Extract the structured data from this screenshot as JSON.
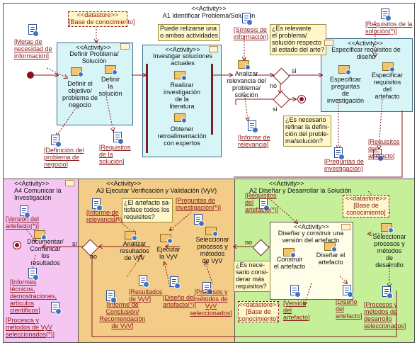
{
  "colors": {
    "panel_a1": "#ffffff",
    "activity_blue": "#d7f4f7",
    "a4_pink": "#f5c6f2",
    "a3_orange": "#f3cc88",
    "a2_green": "#c6ef9a",
    "note_yellow": "#fff7c9",
    "flow_red": "#8b1a1a"
  },
  "a1": {
    "stereotype": "<<Activity>>",
    "title": "A1 Identificar Problema/Solución",
    "datastore_stereo": "<<datastore>>",
    "datastore_name": "[Base de conocimiento]",
    "note_either": [
      "Puede relizarse una",
      "o ambas actividades"
    ],
    "doc_metas": [
      "[Metas de",
      "necesidad de",
      "información]"
    ],
    "sub_define": {
      "stereotype": "<<Activity>>",
      "title": [
        "Definir Problema/",
        "Solución"
      ],
      "task_obj": [
        "Definir el",
        "objetivo/",
        "problema de",
        "negocio"
      ],
      "task_sol": [
        "Definir",
        "la",
        "solución"
      ]
    },
    "sub_investigate": {
      "stereotype": "<<Activity>>",
      "title": [
        "Investigar soluciones",
        "actuales"
      ],
      "task_lit": [
        "Realizar",
        "investigación",
        "de la",
        "literatura"
      ],
      "task_exp": [
        "Obtener",
        "retroalimentación",
        "con expertos"
      ]
    },
    "doc_sintesis": [
      "[Síntesis de",
      "información]"
    ],
    "task_relevance": [
      "Analizar",
      "relevancia del",
      "problema/",
      "solución"
    ],
    "question_relevant": [
      "¿Es relevante",
      "el problema/",
      "solución respecto",
      "al estado del arte?"
    ],
    "guard_si_1": "si",
    "guard_no_1": "no",
    "guard_si_2": "si",
    "question_refine": [
      "¿Es necesario",
      "refinar la defini-",
      "ción del proble-",
      "ma/solución?"
    ],
    "doc_def_problema": [
      "[Definición del",
      "problema de",
      "negocio]"
    ],
    "doc_req_solucion": [
      "[Requisitos",
      "de la",
      "solución]"
    ],
    "doc_informe_rel": [
      "[Informe de",
      "relevancia]"
    ],
    "doc_req_sol_star": [
      "[Requisitos de la",
      "solución(*)]"
    ],
    "sub_spec": {
      "stereotype": "<<Activity>>",
      "title": [
        "Especificar requisitos de",
        "diseño"
      ],
      "task_preg": [
        "Especificar",
        "preguntas",
        "de",
        "investigación"
      ],
      "task_req": [
        "Especificar",
        "requisitos",
        "del",
        "artefacto"
      ]
    },
    "doc_preguntas": [
      "[Preguntas de",
      "investigación]"
    ],
    "doc_req_artefacto": [
      "[Requisitos",
      "del",
      "artefacto]"
    ]
  },
  "a4": {
    "stereotype": "<<Activity>>",
    "title": [
      "A4 Comunicar la",
      "Investigación"
    ],
    "doc_version": [
      "[Versión del",
      "artefacto(*)]"
    ],
    "task_doc": [
      "Documentar/",
      "Comunicar",
      "los",
      "resultados"
    ],
    "guard_si": "si",
    "doc_informes": [
      "[Informes",
      "técnicos,",
      "demostraciones,",
      "artículos",
      "científicos]"
    ],
    "doc_procesos": [
      "[Procesos y",
      "métodos de VyV",
      "seleccionados(*)]"
    ]
  },
  "a3": {
    "stereotype": "<<Activity>>",
    "title": "A3 Ejecutar Verificación y Validación (VyV)",
    "doc_informe_rel": [
      "[Informe de",
      "relevancia(*)]"
    ],
    "question_satisfies": [
      "¿El artefacto sa-",
      "tisface todos los",
      "requisitos?"
    ],
    "doc_preguntas": [
      "[Preguntas de",
      "investigación(*)]"
    ],
    "task_analyze": [
      "Analizar",
      "resultados",
      "de VyV"
    ],
    "task_execute": [
      "Ejecutar",
      "la VyV"
    ],
    "task_select": [
      "Seleccionar",
      "procesos y",
      "métodos",
      "de VyV"
    ],
    "guard_no": "no",
    "doc_resultados": [
      "[Resultados",
      "de VyV]"
    ],
    "doc_diseno": [
      "[Diseño del",
      "artefacto(*)]"
    ],
    "doc_procesos": [
      "[Procesos y",
      "métodos de",
      "VyV",
      "seleccionados]"
    ],
    "doc_conclusion": [
      "[Informe de",
      "Conclusión/",
      "Recomendación",
      "de VyV]"
    ]
  },
  "a2": {
    "stereotype": "<<Activity>>",
    "title": "A2 Diseñar y Desarrollar la Solución",
    "doc_req_artefacto": [
      "[Requisitos",
      "del",
      "artefacto(*)]"
    ],
    "datastore_stereo": "<<datastore>>",
    "datastore_name": [
      "[Base de",
      "conocimiento]"
    ],
    "sub_build": {
      "stereotype": "<<Activity>>",
      "title": [
        "Diseñar y construir una",
        "versión del artefacto"
      ],
      "task_build": [
        "Construir",
        "el artefacto"
      ],
      "task_design": [
        "Diseñar el",
        "artefacto"
      ]
    },
    "task_select": [
      "Seleccionar",
      "procesos y",
      "métodos",
      "de",
      "desarrollo"
    ],
    "guard_no": "no",
    "question_more": [
      "¿Es nece-",
      "sario consi-",
      "derar más",
      "requisitos?"
    ],
    "datastore2_stereo": "<<datastore>>",
    "datastore2_name": [
      "[Base de",
      "conocimiento]"
    ],
    "doc_version": [
      "[Versión",
      "del",
      "artefacto]"
    ],
    "doc_diseno": [
      "[Diseño",
      "del",
      "artefacto]"
    ],
    "doc_procesos": [
      "[Procesos y",
      "métodos de",
      "desarrollo",
      "seleccionados]"
    ]
  }
}
